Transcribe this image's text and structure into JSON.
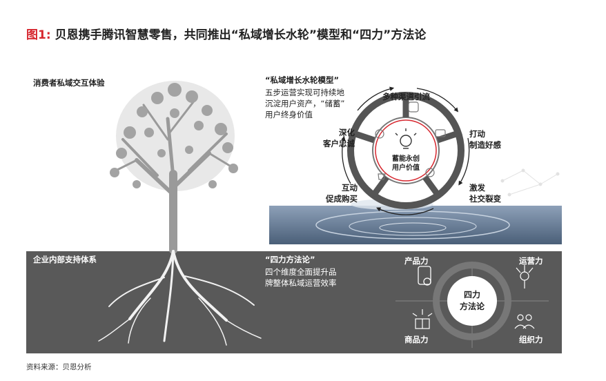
{
  "title": {
    "prefix": "图1:",
    "text": "贝恩携手腾讯智慧零售，共同推出“私域增长水轮”模型和“四力”方法论"
  },
  "tree_label": "消费者私域交互体验",
  "roots_label": "企业内部支持体系",
  "wheel": {
    "title": "“私域增长水轮模型”",
    "desc_lines": [
      "五步运营实现可持续地",
      "沉淀用户资产，“储蓄”",
      "用户终身价值"
    ],
    "center_lines": [
      "蓄能永创",
      "用户价值"
    ],
    "steps": [
      {
        "lines": [
          "多种渠道引流"
        ]
      },
      {
        "lines": [
          "打动",
          "制造好感"
        ]
      },
      {
        "lines": [
          "激发",
          "社交裂变"
        ]
      },
      {
        "lines": [
          "互动",
          "促成购买"
        ]
      },
      {
        "lines": [
          "深化",
          "客户忠诚"
        ]
      }
    ]
  },
  "four_forces": {
    "title": "“四力方法论”",
    "desc_lines": [
      "四个维度全面提升品",
      "牌整体私域运营效率"
    ],
    "center_lines": [
      "四力",
      "方法论"
    ],
    "items": [
      {
        "label": "产品力",
        "icon": "phone-app-icon"
      },
      {
        "label": "运营力",
        "icon": "network-gear-icon"
      },
      {
        "label": "商品力",
        "icon": "gift-box-icon"
      },
      {
        "label": "组织力",
        "icon": "team-icon"
      }
    ]
  },
  "source": "资料来源：贝恩分析",
  "colors": {
    "accent": "#d6262e",
    "dark_band": "#595959",
    "tree": "#9a9a9a"
  }
}
